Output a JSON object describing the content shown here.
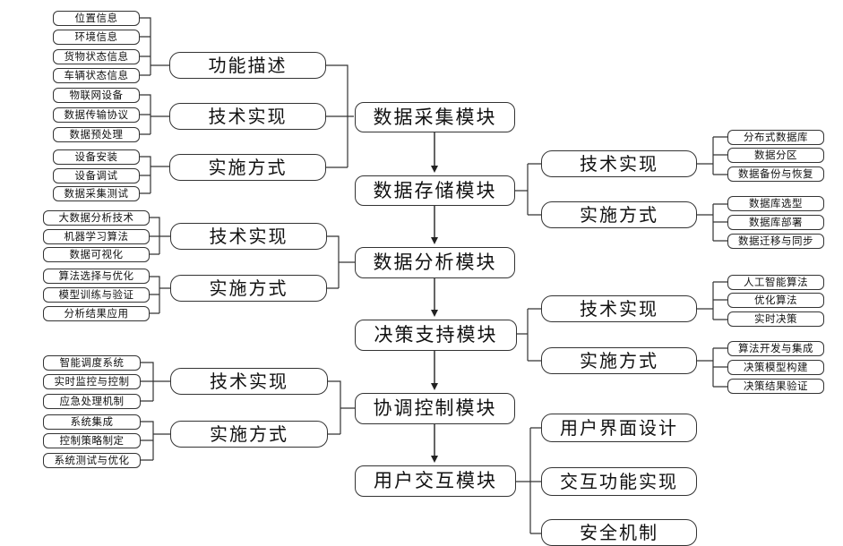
{
  "main_modules": [
    "数据采集模块",
    "数据存储模块",
    "数据分析模块",
    "决策支持模块",
    "协调控制模块",
    "用户交互模块"
  ],
  "collection": {
    "branches": [
      "功能描述",
      "技术实现",
      "实施方式"
    ],
    "leaves": [
      [
        "位置信息",
        "环境信息",
        "货物状态信息",
        "车辆状态信息"
      ],
      [
        "物联网设备",
        "数据传输协议",
        "数据预处理"
      ],
      [
        "设备安装",
        "设备调试",
        "数据采集测试"
      ]
    ]
  },
  "storage": {
    "branches": [
      "技术实现",
      "实施方式"
    ],
    "leaves": [
      [
        "分布式数据库",
        "数据分区",
        "数据备份与恢复"
      ],
      [
        "数据库选型",
        "数据库部署",
        "数据迁移与同步"
      ]
    ]
  },
  "analysis": {
    "branches": [
      "技术实现",
      "实施方式"
    ],
    "leaves": [
      [
        "大数据分析技术",
        "机器学习算法",
        "数据可视化"
      ],
      [
        "算法选择与优化",
        "模型训练与验证",
        "分析结果应用"
      ]
    ]
  },
  "decision": {
    "branches": [
      "技术实现",
      "实施方式"
    ],
    "leaves": [
      [
        "人工智能算法",
        "优化算法",
        "实时决策"
      ],
      [
        "算法开发与集成",
        "决策模型构建",
        "决策结果验证"
      ]
    ]
  },
  "control": {
    "branches": [
      "技术实现",
      "实施方式"
    ],
    "leaves": [
      [
        "智能调度系统",
        "实时监控与控制",
        "应急处理机制"
      ],
      [
        "系统集成",
        "控制策略制定",
        "系统测试与优化"
      ]
    ]
  },
  "interaction": {
    "branches": [
      "用户界面设计",
      "交互功能实现",
      "安全机制"
    ]
  }
}
